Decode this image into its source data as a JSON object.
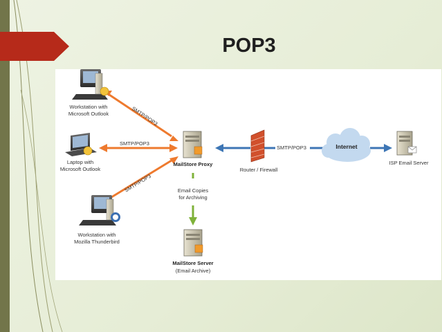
{
  "slide": {
    "title": "POP3"
  },
  "diagram": {
    "nodes": {
      "workstation_outlook": {
        "line1": "Workstation with",
        "line2": "Microsoft Outlook"
      },
      "laptop_outlook": {
        "line1": "Laptop with",
        "line2": "Microsoft Outlook"
      },
      "workstation_thunderbird": {
        "line1": "Workstation with",
        "line2": "Mozilla Thunderbird"
      },
      "mailstore_proxy": {
        "label": "MailStore Proxy"
      },
      "router_firewall": {
        "label": "Router / Firewall"
      },
      "internet": {
        "label": "Internet"
      },
      "isp_server": {
        "label": "ISP Email Server"
      },
      "mailstore_server": {
        "line1": "MailStore Server",
        "line2": "(Email Archive)"
      }
    },
    "edges": {
      "to_workstation_outlook": "SMTP/POP3",
      "to_laptop": "SMTP/POP3",
      "to_workstation_thunderbird": "SMTP/POP3",
      "firewall_internet": "SMTP/POP3",
      "archive": {
        "line1": "Email Copies",
        "line2": "for Archiving"
      }
    }
  },
  "colors": {
    "title_arrow": "#b62a1a",
    "left_strip": "#72754a",
    "orange_arrow": "#ee7a2e",
    "blue_arrow": "#3d76b5",
    "green_arrow": "#7fb23a",
    "cloud": "#c3d9ef",
    "firewall_brick": "#d1502c"
  }
}
